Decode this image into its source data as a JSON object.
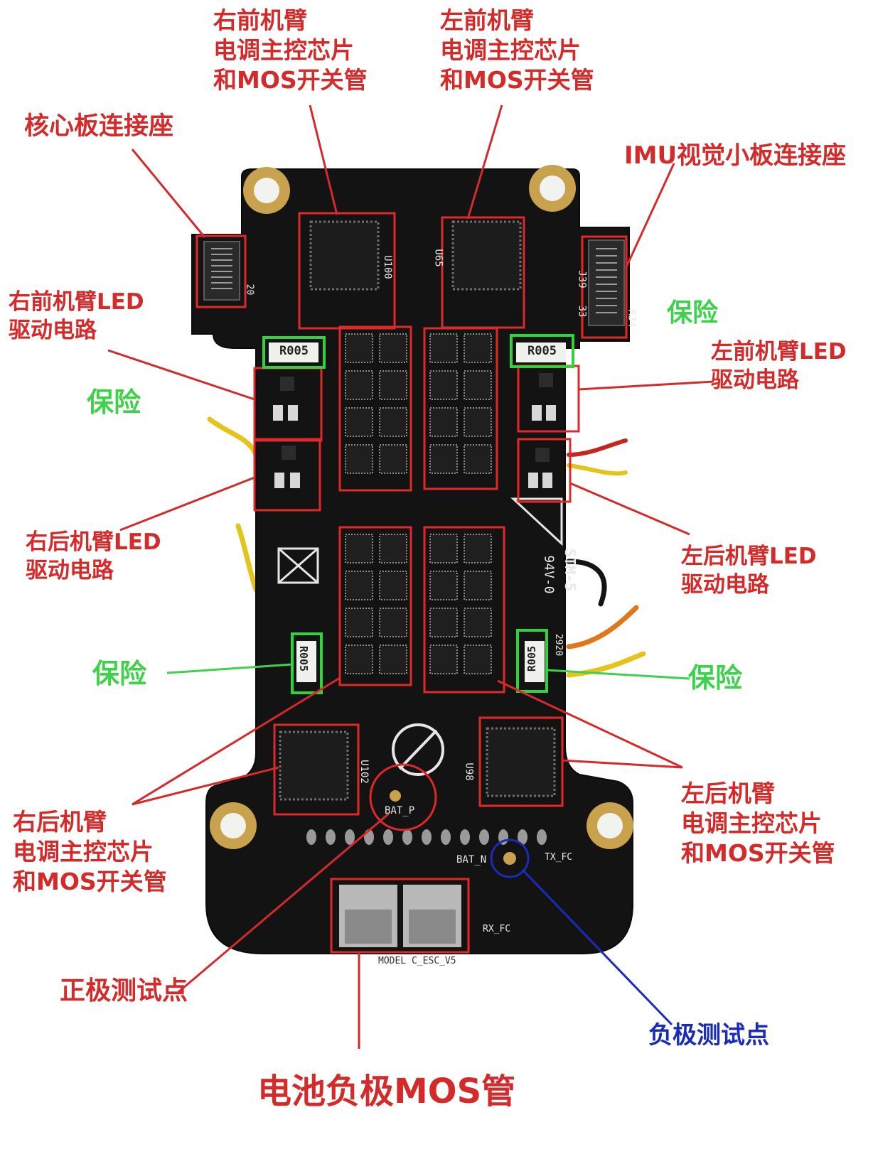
{
  "labels": {
    "right_front_esc": [
      "右前机臂",
      "电调主控芯片",
      "和MOS开关管"
    ],
    "left_front_esc": [
      "左前机臂",
      "电调主控芯片",
      "和MOS开关管"
    ],
    "core_connector": "核心板连接座",
    "imu_connector": "IMU视觉小板连接座",
    "right_front_led": [
      "右前机臂LED",
      "驱动电路"
    ],
    "left_front_led": [
      "左前机臂LED",
      "驱动电路"
    ],
    "right_rear_led": [
      "右后机臂LED",
      "驱动电路"
    ],
    "left_rear_led": [
      "左后机臂LED",
      "驱动电路"
    ],
    "fuse": "保险",
    "right_rear_esc": [
      "右后机臂",
      "电调主控芯片",
      "和MOS开关管"
    ],
    "left_rear_esc": [
      "左后机臂",
      "电调主控芯片",
      "和MOS开关管"
    ],
    "positive_test_point": "正极测试点",
    "negative_test_point": "负极测试点",
    "battery_neg_mos": "电池负极MOS管"
  },
  "board_text": {
    "fuse_marking": "R005",
    "u65": "U65",
    "u100": "U100",
    "j39": "J39",
    "j_num_33": "33",
    "r34": "R34",
    "stm": "STM-5",
    "rating": "94V-0",
    "u102": "U102",
    "u98": "U98",
    "bat_p": "BAT_P",
    "bat_n": "BAT_N",
    "tx_fc": "TX_FC",
    "rx_fc": "RX_FC",
    "model": "MODEL C_ESC_V5",
    "j_num_20": "20",
    "code_2920": "2920"
  },
  "colors": {
    "annotation_red": "#d42a2a",
    "fuse_green": "#3fd14b",
    "test_point_blue": "#1a2bb8",
    "pcb_black": "#131313",
    "gold_pad": "#c9a24e"
  }
}
